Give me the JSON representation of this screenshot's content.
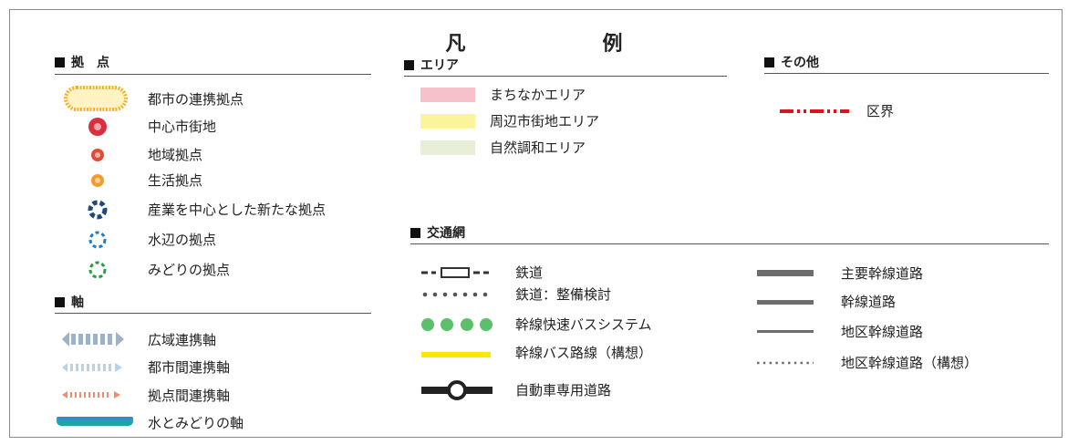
{
  "title": "凡　例",
  "sections": {
    "kyoten": {
      "heading": "拠　点",
      "items": [
        {
          "label": "都市の連携拠点",
          "icon": "dotted-oval-icon"
        },
        {
          "label": "中心市街地",
          "icon": "red-circle-icon"
        },
        {
          "label": "地域拠点",
          "icon": "small-red-circle-icon"
        },
        {
          "label": "生活拠点",
          "icon": "orange-circle-icon"
        },
        {
          "label": "産業を中心とした新たな拠点",
          "icon": "navy-dashed-ring-icon"
        },
        {
          "label": "水辺の拠点",
          "icon": "blue-dashed-ring-icon"
        },
        {
          "label": "みどりの拠点",
          "icon": "green-dashed-ring-icon"
        }
      ]
    },
    "jiku": {
      "heading": "軸",
      "items": [
        {
          "label": "広域連携軸",
          "icon": "wide-arrow-icon"
        },
        {
          "label": "都市間連携軸",
          "icon": "light-blue-arrow-icon"
        },
        {
          "label": "拠点間連携軸",
          "icon": "orange-arrow-icon"
        },
        {
          "label": "水とみどりの軸",
          "icon": "teal-bar-icon"
        }
      ]
    },
    "area": {
      "heading": "エリア",
      "items": [
        {
          "label": "まちなかエリア",
          "color": "#f6c1cb"
        },
        {
          "label": "周辺市街地エリア",
          "color": "#fbf49b"
        },
        {
          "label": "自然調和エリア",
          "color": "#e7f0d6"
        }
      ]
    },
    "other": {
      "heading": "その他",
      "items": [
        {
          "label": "区界",
          "color": "#e0101e"
        }
      ]
    },
    "transport": {
      "heading": "交通網",
      "left": [
        {
          "label": "鉄道",
          "icon": "railway-icon"
        },
        {
          "label": "鉄道：整備検討",
          "icon": "dotted-railway-icon"
        },
        {
          "label": "幹線快速バスシステム",
          "icon": "green-dots-icon",
          "color": "#5cc06a"
        },
        {
          "label": "幹線バス路線（構想）",
          "icon": "yellow-line-icon",
          "color": "#ffe800"
        },
        {
          "label": "自動車専用道路",
          "icon": "expressway-icon"
        }
      ],
      "right": [
        {
          "label": "主要幹線道路",
          "icon": "thick-gray-line-icon"
        },
        {
          "label": "幹線道路",
          "icon": "gray-line-icon"
        },
        {
          "label": "地区幹線道路",
          "icon": "thin-gray-line-icon"
        },
        {
          "label": "地区幹線道路（構想）",
          "icon": "dotted-gray-line-icon"
        }
      ]
    }
  }
}
